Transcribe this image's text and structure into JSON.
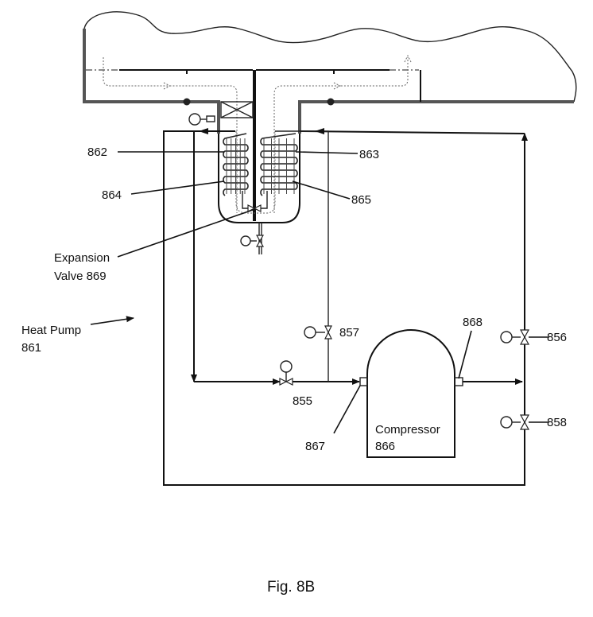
{
  "figure": {
    "caption": "Fig. 8B",
    "type": "heat pump schematic"
  },
  "labels": {
    "coil_left": "862",
    "coil_right": "863",
    "coil_left_inner": "864",
    "coil_right_inner": "865",
    "expansion_valve_line1": "Expansion",
    "expansion_valve_line2": "Valve 869",
    "heat_pump_line1": "Heat Pump",
    "heat_pump_line2": "861",
    "valve_857": "857",
    "valve_855": "855",
    "valve_856": "856",
    "valve_858": "858",
    "port_867": "867",
    "port_868": "868",
    "compressor_line1": "Compressor",
    "compressor_line2": "866"
  }
}
